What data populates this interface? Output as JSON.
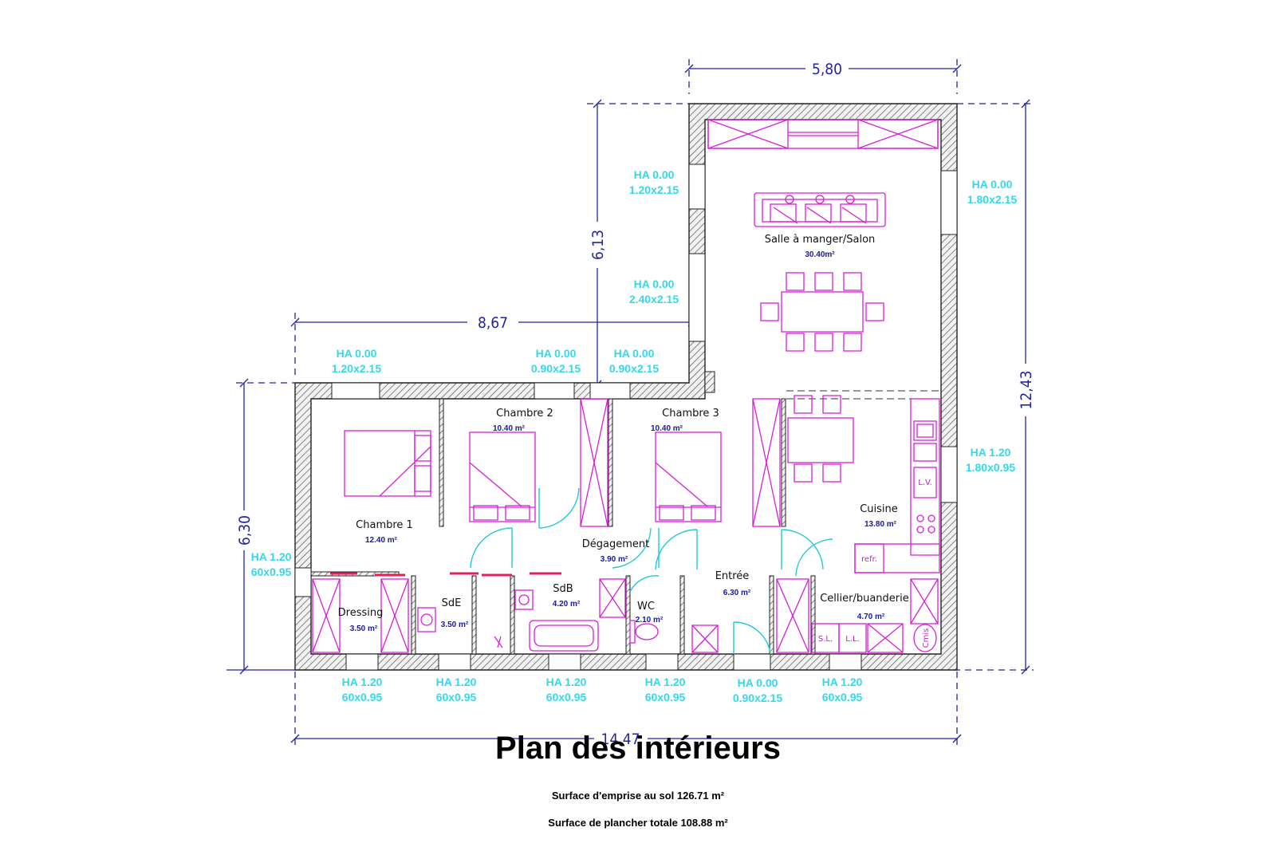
{
  "title": "Plan des intérieurs",
  "surface_emprise": "Surface d'emprise au sol 126.71 m²",
  "surface_plancher": "Surface de plancher totale 108.88 m²",
  "dimensions": {
    "top_width": "5,80",
    "mid_width": "8,67",
    "bottom_width": "14,47",
    "upper_height": "6,13",
    "left_height": "6,30",
    "right_height": "12,43"
  },
  "rooms": {
    "salon": {
      "name": "Salle à manger/Salon",
      "area": "30.40m²"
    },
    "chambre1": {
      "name": "Chambre 1",
      "area": "12.40 m²"
    },
    "chambre2": {
      "name": "Chambre 2",
      "area": "10.40 m²"
    },
    "chambre3": {
      "name": "Chambre 3",
      "area": "10.40 m²"
    },
    "cuisine": {
      "name": "Cuisine",
      "area": "13.80 m²"
    },
    "degagement": {
      "name": "Dégagement",
      "area": "3.90 m²"
    },
    "entree": {
      "name": "Entrée",
      "area": "6.30 m²"
    },
    "dressing": {
      "name": "Dressing",
      "area": "3.50 m²"
    },
    "sde": {
      "name": "SdE",
      "area": "3.50 m²"
    },
    "sdb": {
      "name": "SdB",
      "area": "4.20 m²"
    },
    "wc": {
      "name": "WC",
      "area": "2.10 m²"
    },
    "cellier": {
      "name": "Cellier/buanderie",
      "area": "4.70 m²"
    }
  },
  "openings": {
    "salon_left_top": {
      "ha": "HA 0.00",
      "size": "1.20x2.15"
    },
    "salon_left_bottom": {
      "ha": "HA 0.00",
      "size": "2.40x2.15"
    },
    "salon_right": {
      "ha": "HA 0.00",
      "size": "1.80x2.15"
    },
    "north_1": {
      "ha": "HA 0.00",
      "size": "1.20x2.15"
    },
    "north_2": {
      "ha": "HA 0.00",
      "size": "0.90x2.15"
    },
    "north_3": {
      "ha": "HA 0.00",
      "size": "0.90x2.15"
    },
    "west": {
      "ha": "HA 1.20",
      "size": "60x0.95"
    },
    "east_kitchen": {
      "ha": "HA 1.20",
      "size": "1.80x0.95"
    },
    "south_1": {
      "ha": "HA 1.20",
      "size": "60x0.95"
    },
    "south_2": {
      "ha": "HA 1.20",
      "size": "60x0.95"
    },
    "south_3": {
      "ha": "HA 1.20",
      "size": "60x0.95"
    },
    "south_4": {
      "ha": "HA 1.20",
      "size": "60x0.95"
    },
    "south_door": {
      "ha": "HA 0.00",
      "size": "0.90x2.15"
    },
    "south_5": {
      "ha": "HA 1.20",
      "size": "60x0.95"
    }
  },
  "fixtures": {
    "lv": "L.V.",
    "refr": "refr.",
    "sl": "S.L.",
    "ll": "L.L.",
    "cmis": "Cmis"
  },
  "colors": {
    "dimension": "#2323a0",
    "opening_label": "#35d8ea",
    "furniture": "#d61fd6",
    "wall_hatch": "#555555",
    "door_swing": "#22c8d8"
  }
}
